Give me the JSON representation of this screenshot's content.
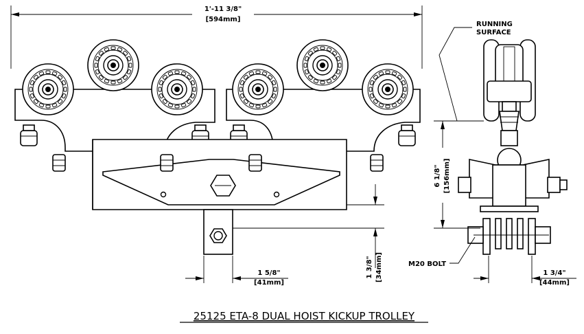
{
  "title": "25125 ETA-8 DUAL HOIST KICKUP TROLLEY",
  "dimensions": {
    "overall_length": {
      "imperial": "1'-11 3/8\"",
      "metric": "[594mm]"
    },
    "plate_width": {
      "imperial": "1 5/8\"",
      "metric": "[41mm]"
    },
    "plate_drop": {
      "imperial": "1 3/8\"",
      "metric": "[34mm]"
    },
    "height": {
      "imperial": "6 1/8\"",
      "metric": "[156mm]"
    },
    "side_width": {
      "imperial": "1 3/4\"",
      "metric": "[44mm]"
    }
  },
  "callouts": {
    "running_surface_line1": "RUNNING",
    "running_surface_line2": "SURFACE",
    "bolt": "M20 BOLT"
  }
}
